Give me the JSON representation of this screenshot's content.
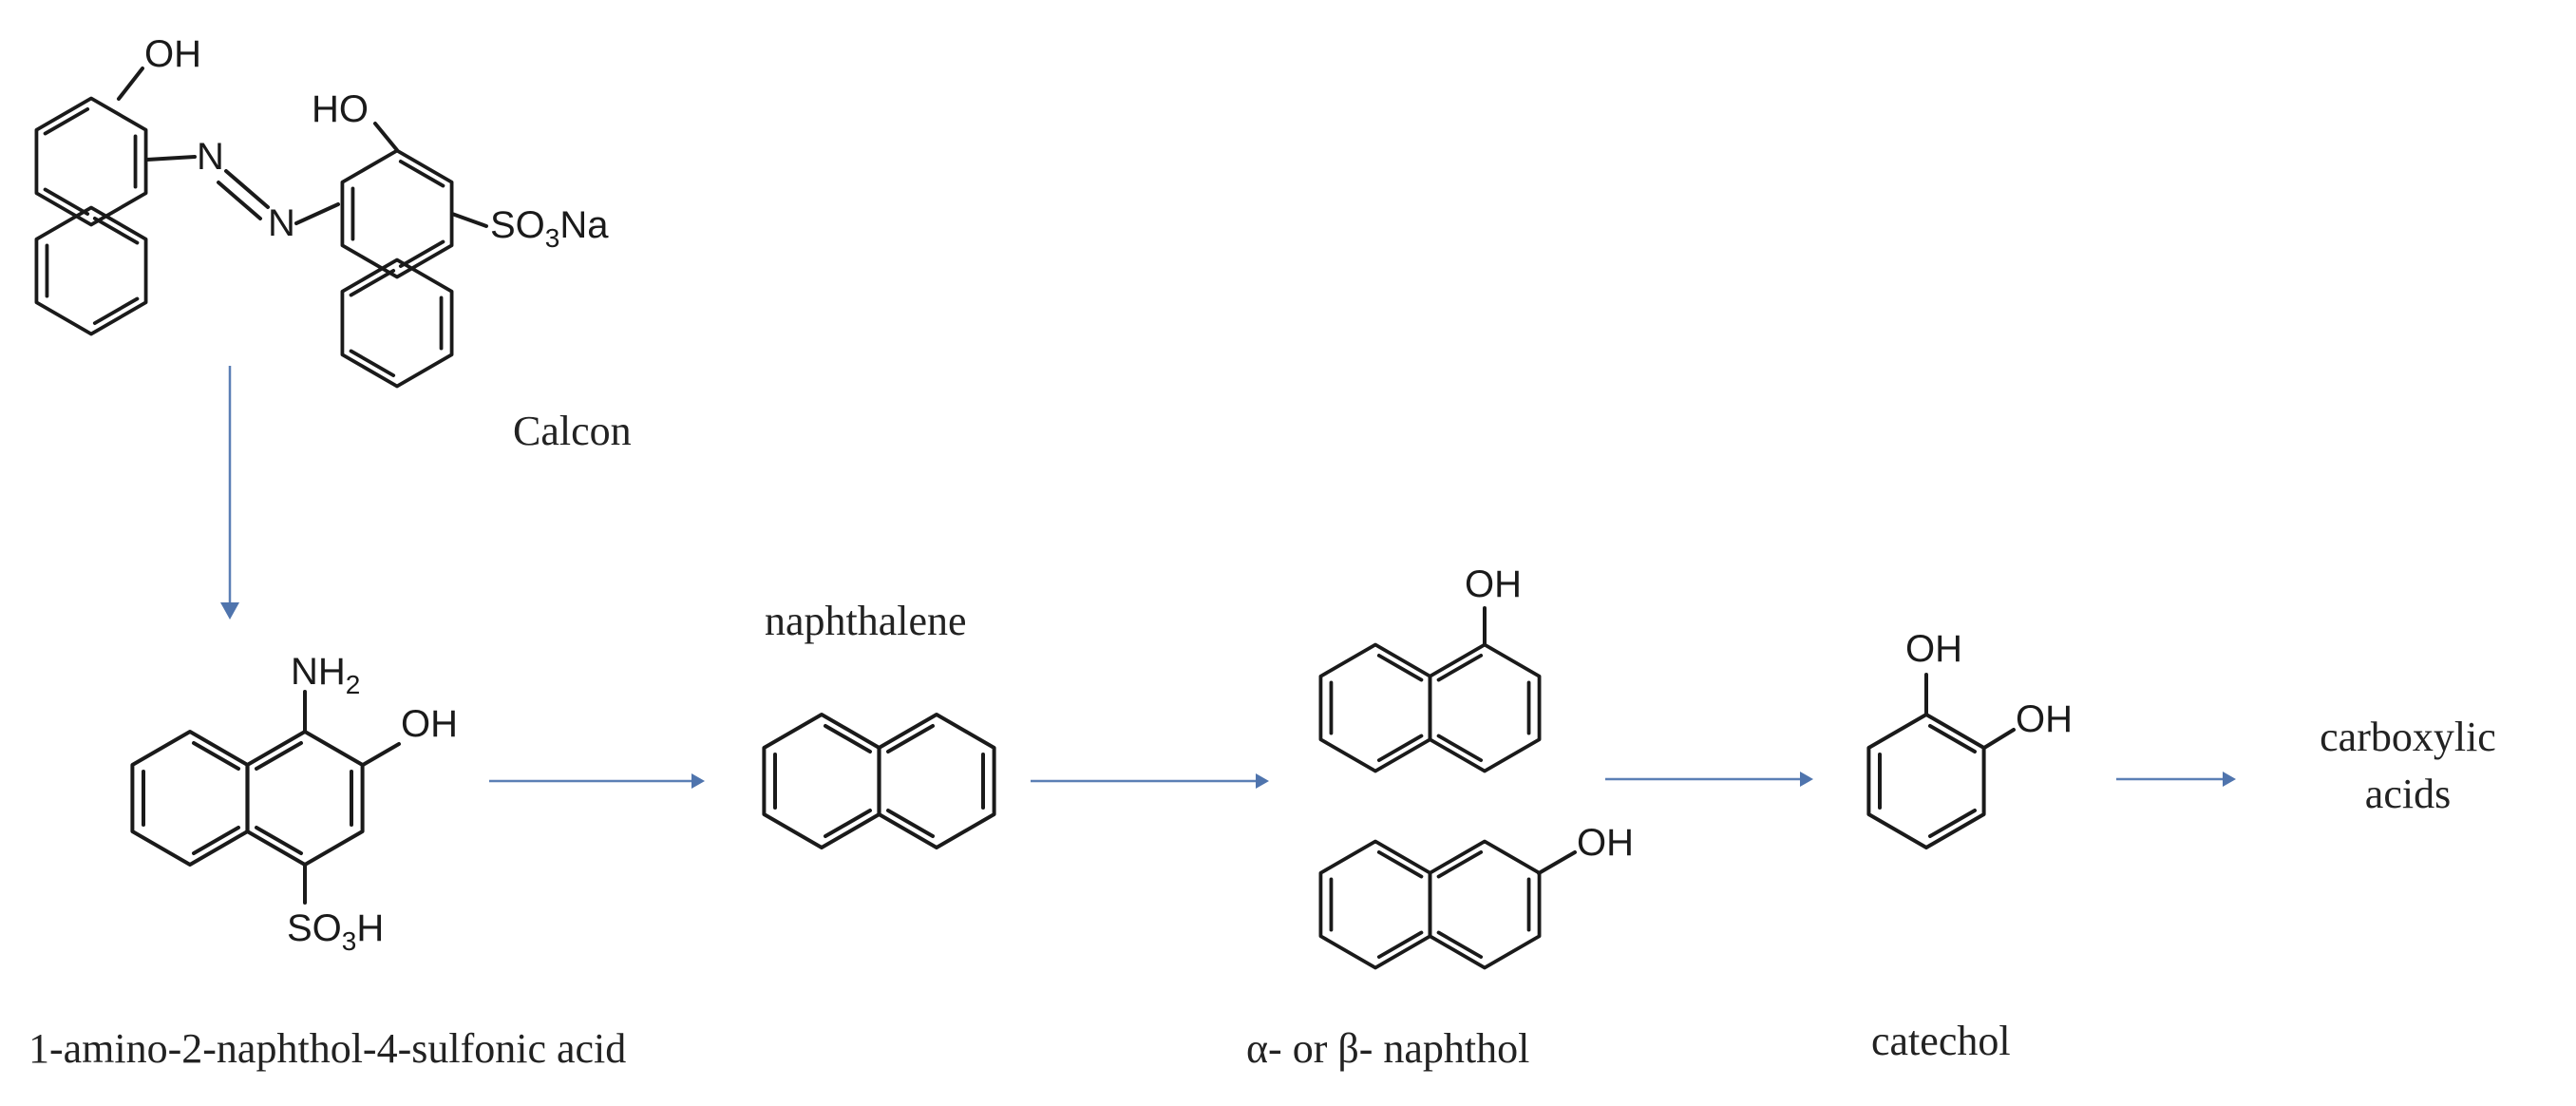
{
  "compounds": {
    "calcon": {
      "name": "Calcon",
      "groups": {
        "oh1": "OH",
        "oh2": "HO",
        "n1": "N",
        "n2": "N",
        "so3_prefix": "SO",
        "so3_sub": "3",
        "so3_suffix": "Na"
      }
    },
    "amino_naphthol": {
      "name": "1-amino-2-naphthol-4-sulfonic acid",
      "groups": {
        "nh_prefix": "NH",
        "nh_sub": "2",
        "oh": "OH",
        "so3_prefix": "SO",
        "so3_sub": "3",
        "so3_suffix": "H"
      }
    },
    "naphthalene": {
      "name": "naphthalene"
    },
    "naphthol": {
      "name": "α- or β- naphthol",
      "groups": {
        "oh_alpha": "OH",
        "oh_beta": "OH"
      }
    },
    "catechol": {
      "name": "catechol",
      "groups": {
        "oh1": "OH",
        "oh2": "OH"
      }
    },
    "carboxylic_acids": {
      "line1": "carboxylic",
      "line2": "acids"
    }
  },
  "colors": {
    "bond": "#1a1a1a",
    "arrow": "#4f74ad"
  }
}
